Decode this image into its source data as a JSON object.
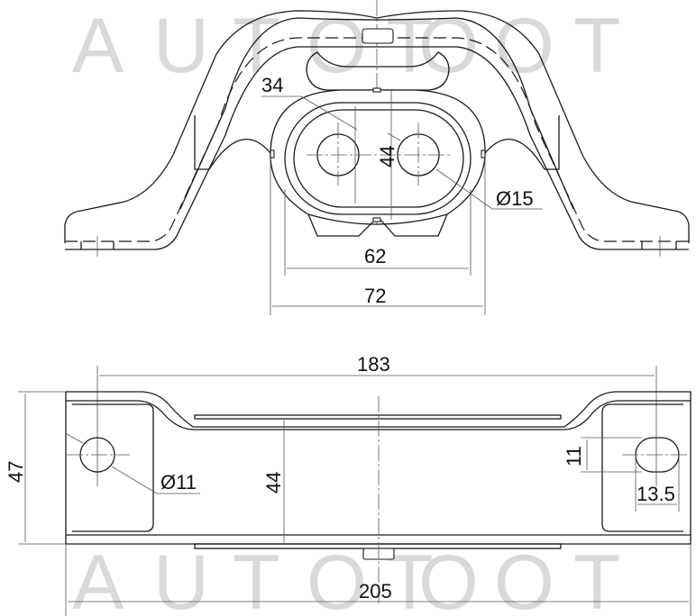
{
  "watermark": {
    "text_top": "AUTOTOOT",
    "text_bottom": "AUTOTOOT",
    "letters_top": [
      "A",
      "U",
      "T",
      "O",
      "T",
      "O",
      "O",
      "T"
    ],
    "letters_bottom": [
      "A",
      "U",
      "T",
      "O",
      "T",
      "O",
      "O",
      "T"
    ],
    "color": "#d9d9d9"
  },
  "views": {
    "front_view": {
      "dimensions": {
        "bushing_height_outer": "34",
        "bushing_height_inner": "44",
        "hole_diameter": "Ø15",
        "inner_width": "62",
        "outer_width": "72"
      }
    },
    "top_view": {
      "dimensions": {
        "hole_spacing": "183",
        "overall_height": "47",
        "inner_height": "44",
        "left_hole_diameter": "Ø11",
        "slot_height": "11",
        "slot_width": "13.5",
        "overall_length": "205"
      }
    }
  },
  "colors": {
    "line": "#1a1a1a",
    "dimension_line": "#555555",
    "background": "#ffffff"
  }
}
